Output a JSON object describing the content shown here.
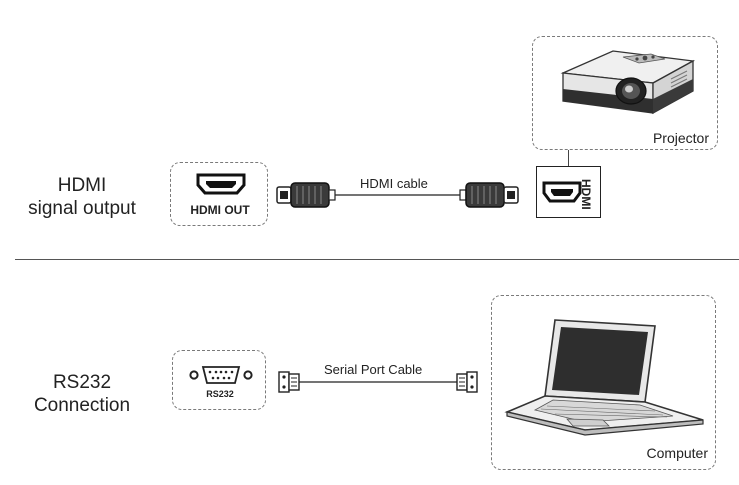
{
  "hdmi_section": {
    "label_line1": "HDMI",
    "label_line2": "signal output",
    "port_label_bold": "HDMI",
    "port_label_rest": " OUT",
    "cable_label": "HDMI cable",
    "projector_caption": "Projector",
    "projector_port_label": "HDMI"
  },
  "rs232_section": {
    "label_line1": "RS232",
    "label_line2": "Connection",
    "port_label": "RS232",
    "cable_label": "Serial Port Cable",
    "computer_caption": "Computer"
  }
}
